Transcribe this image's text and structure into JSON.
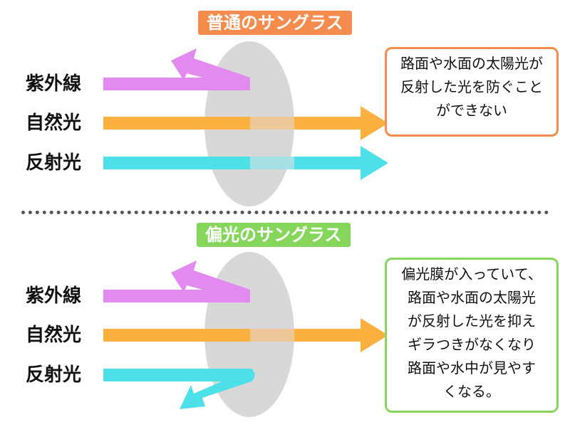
{
  "colors": {
    "uv": "#e28af0",
    "natural": "#fbb040",
    "reflected": "#4de0e8",
    "lens": "#d8d8d8",
    "normal_accent": "#f58b4c",
    "polarized_accent": "#86d65b"
  },
  "normal": {
    "title": "普通のサングラス",
    "labels": [
      "紫外線",
      "自然光",
      "反射光"
    ],
    "note_lines": [
      "路面や水面の太陽光が",
      "反射した光を防ぐこと",
      "ができない"
    ]
  },
  "polarized": {
    "title": "偏光のサングラス",
    "labels": [
      "紫外線",
      "自然光",
      "反射光"
    ],
    "note_lines": [
      "偏光膜が入っていて、",
      "路面や水面の太陽光",
      "が反射した光を抑え",
      "ギラつきがなくなり",
      "路面や水中が見やす",
      "くなる。"
    ]
  }
}
